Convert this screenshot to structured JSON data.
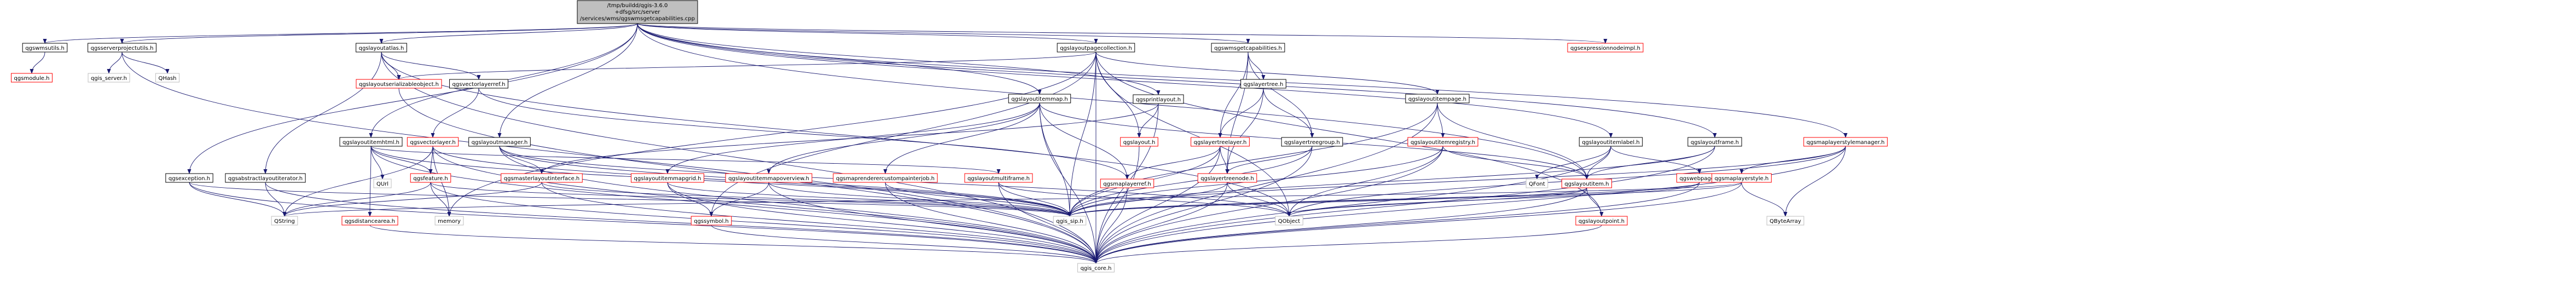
{
  "graph": {
    "root": {
      "lines": [
        "/tmp/buildd/qgis-3.6.0",
        "+dfsg/src/server",
        "/services/wms/qgswmsgetcapabilities.cpp"
      ]
    },
    "nodes": {
      "qgswmsutils_h": {
        "label": "qgswmsutils.h",
        "color": "black"
      },
      "qgsmodule_h": {
        "label": "qgsmodule.h",
        "color": "red"
      },
      "qgsserverprojectutils_h": {
        "label": "qgsserverprojectutils.h",
        "color": "black"
      },
      "qgis_server_h": {
        "label": "qgis_server.h",
        "color": "gray"
      },
      "QHash": {
        "label": "QHash",
        "color": "gray"
      },
      "qgslayoutatlas_h": {
        "label": "qgslayoutatlas.h",
        "color": "black"
      },
      "qgslayoutserializableobject_h": {
        "label": "qgslayoutserializableobject.h",
        "color": "red"
      },
      "qgsvectorlayerref_h": {
        "label": "qgsvectorlayerref.h",
        "color": "black"
      },
      "qgsabstractlayoutiterator_h": {
        "label": "qgsabstractlayoutiterator.h",
        "color": "black"
      },
      "qgslayoutitemhtml_h": {
        "label": "qgslayoutitemhtml.h",
        "color": "black"
      },
      "QUrl": {
        "label": "QUrl",
        "color": "gray"
      },
      "qgsvectorlayer_h": {
        "label": "qgsvectorlayer.h",
        "color": "red"
      },
      "qgsfeature_h": {
        "label": "qgsfeature.h",
        "color": "red"
      },
      "qgsdistancearea_h": {
        "label": "qgsdistancearea.h",
        "color": "red"
      },
      "memory": {
        "label": "memory",
        "color": "gray"
      },
      "qgsexception_h": {
        "label": "qgsexception.h",
        "color": "black"
      },
      "QString": {
        "label": "QString",
        "color": "gray"
      },
      "qgslayoutmanager_h": {
        "label": "qgslayoutmanager.h",
        "color": "black"
      },
      "qgsmasterlayoutinterface_h": {
        "label": "qgsmasterlayoutinterface.h",
        "color": "red"
      },
      "qgslayoutitemmap_h": {
        "label": "qgslayoutitemmap.h",
        "color": "black"
      },
      "qgslayoutitemmapgrid_h": {
        "label": "qgslayoutitemmapgrid.h",
        "color": "red"
      },
      "qgslayoutitemmapoverview_h": {
        "label": "qgslayoutitemmapoverview.h",
        "color": "red"
      },
      "qgsmaprenderercustompainterjob_h": {
        "label": "qgsmaprenderercustompainterjob.h",
        "color": "red"
      },
      "qgslayoutmultiframe_h": {
        "label": "qgslayoutmultiframe.h",
        "color": "red"
      },
      "qgssymbol_h": {
        "label": "qgssymbol.h",
        "color": "red"
      },
      "qgis_sip_h": {
        "label": "qgis_sip.h",
        "color": "gray"
      },
      "qgsmaplayerref_h": {
        "label": "qgsmaplayerref.h",
        "color": "red"
      },
      "qgslayoutpagecollection_h": {
        "label": "qgslayoutpagecollection.h",
        "color": "black"
      },
      "qgsprintlayout_h": {
        "label": "qgsprintlayout.h",
        "color": "black"
      },
      "qgslayout_h": {
        "label": "qgslayout.h",
        "color": "red"
      },
      "qgswmsgetcapabilities_h": {
        "label": "qgswmsgetcapabilities.h",
        "color": "black"
      },
      "qgslayertree_h": {
        "label": "qgslayertree.h",
        "color": "black"
      },
      "qgslayertreelayer_h": {
        "label": "qgslayertreelayer.h",
        "color": "red"
      },
      "qgslayertreegroup_h": {
        "label": "qgslayertreegroup.h",
        "color": "black"
      },
      "qgslayertreenode_h": {
        "label": "qgslayertreenode.h",
        "color": "red"
      },
      "QObject": {
        "label": "QObject",
        "color": "gray"
      },
      "qgslayoutitempage_h": {
        "label": "qgslayoutitempage.h",
        "color": "black"
      },
      "qgslayoutitemregistry_h": {
        "label": "qgslayoutitemregistry.h",
        "color": "red"
      },
      "qgslayoutitem_h": {
        "label": "qgslayoutitem.h",
        "color": "red"
      },
      "qgslayoutpoint_h": {
        "label": "qgslayoutpoint.h",
        "color": "red"
      },
      "qgslayoutitemlabel_h": {
        "label": "qgslayoutitemlabel.h",
        "color": "black"
      },
      "QFont": {
        "label": "QFont",
        "color": "gray"
      },
      "qgswebpage_h": {
        "label": "qgswebpage.h",
        "color": "red"
      },
      "qgslayoutframe_h": {
        "label": "qgslayoutframe.h",
        "color": "black"
      },
      "qgsmaplayerstylemanager_h": {
        "label": "qgsmaplayerstylemanager.h",
        "color": "red"
      },
      "qgsmaplayerstyle_h": {
        "label": "qgsmaplayerstyle.h",
        "color": "red"
      },
      "QByteArray": {
        "label": "QByteArray",
        "color": "gray"
      },
      "qgsexpressionnodeimpl_h": {
        "label": "qgsexpressionnodeimpl.h",
        "color": "red"
      },
      "qgis_core_h": {
        "label": "qgis_core.h",
        "color": "gray"
      }
    },
    "edges": [
      [
        "root",
        "qgswmsutils_h"
      ],
      [
        "root",
        "qgsserverprojectutils_h"
      ],
      [
        "root",
        "qgslayoutatlas_h"
      ],
      [
        "root",
        "qgslayoutitemhtml_h"
      ],
      [
        "root",
        "qgsexception_h"
      ],
      [
        "root",
        "qgslayoutmanager_h"
      ],
      [
        "root",
        "qgslayoutitemmap_h"
      ],
      [
        "root",
        "qgslayoutpagecollection_h"
      ],
      [
        "root",
        "qgsprintlayout_h"
      ],
      [
        "root",
        "qgswmsgetcapabilities_h"
      ],
      [
        "root",
        "qgslayoutitemlabel_h"
      ],
      [
        "root",
        "qgslayoutframe_h"
      ],
      [
        "root",
        "qgsmaplayerstylemanager_h"
      ],
      [
        "root",
        "qgsexpressionnodeimpl_h"
      ],
      [
        "root",
        "qgslayoutitem_h"
      ],
      [
        "qgswmsutils_h",
        "qgsmodule_h"
      ],
      [
        "qgsserverprojectutils_h",
        "qgis_server_h"
      ],
      [
        "qgsserverprojectutils_h",
        "QHash"
      ],
      [
        "qgsserverprojectutils_h",
        "qgis_core_h"
      ],
      [
        "qgslayoutatlas_h",
        "qgslayoutserializableobject_h"
      ],
      [
        "qgslayoutatlas_h",
        "qgsvectorlayerref_h"
      ],
      [
        "qgslayoutatlas_h",
        "qgsabstractlayoutiterator_h"
      ],
      [
        "qgslayoutatlas_h",
        "qgis_core_h"
      ],
      [
        "qgslayoutatlas_h",
        "QObject"
      ],
      [
        "qgslayoutserializableobject_h",
        "qgis_core_h"
      ],
      [
        "qgsvectorlayerref_h",
        "qgsvectorlayer_h"
      ],
      [
        "qgsvectorlayerref_h",
        "qgsmaplayerref_h"
      ],
      [
        "qgsabstractlayoutiterator_h",
        "QString"
      ],
      [
        "qgsabstractlayoutiterator_h",
        "qgis_core_h"
      ],
      [
        "qgslayoutitemhtml_h",
        "QUrl"
      ],
      [
        "qgslayoutitemhtml_h",
        "qgsfeature_h"
      ],
      [
        "qgslayoutitemhtml_h",
        "qgsdistancearea_h"
      ],
      [
        "qgslayoutitemhtml_h",
        "qgis_core_h"
      ],
      [
        "qgslayoutitemhtml_h",
        "qgslayoutmultiframe_h"
      ],
      [
        "qgslayoutitemhtml_h",
        "qgis_sip_h"
      ],
      [
        "qgsvectorlayer_h",
        "qgsfeature_h"
      ],
      [
        "qgsvectorlayer_h",
        "memory"
      ],
      [
        "qgsvectorlayer_h",
        "QString"
      ],
      [
        "qgsvectorlayer_h",
        "qgis_core_h"
      ],
      [
        "qgsvectorlayer_h",
        "qgis_sip_h"
      ],
      [
        "qgsfeature_h",
        "QString"
      ],
      [
        "qgsfeature_h",
        "memory"
      ],
      [
        "qgsfeature_h",
        "qgis_core_h"
      ],
      [
        "qgsfeature_h",
        "qgis_sip_h"
      ],
      [
        "qgsdistancearea_h",
        "qgis_core_h"
      ],
      [
        "qgsexception_h",
        "QString"
      ],
      [
        "qgsexception_h",
        "qgis_core_h"
      ],
      [
        "qgsexception_h",
        "qgis_sip_h"
      ],
      [
        "qgslayoutmanager_h",
        "qgsmasterlayoutinterface_h"
      ],
      [
        "qgslayoutmanager_h",
        "qgis_core_h"
      ],
      [
        "qgslayoutmanager_h",
        "QObject"
      ],
      [
        "qgslayoutmanager_h",
        "qgis_sip_h"
      ],
      [
        "qgsmasterlayoutinterface_h",
        "QString"
      ],
      [
        "qgsmasterlayoutinterface_h",
        "qgis_core_h"
      ],
      [
        "qgsmasterlayoutinterface_h",
        "qgis_sip_h"
      ],
      [
        "qgslayoutitemmap_h",
        "qgslayoutitemmapgrid_h"
      ],
      [
        "qgslayoutitemmap_h",
        "qgslayoutitemmapoverview_h"
      ],
      [
        "qgslayoutitemmap_h",
        "qgsmaprenderercustompainterjob_h"
      ],
      [
        "qgslayoutitemmap_h",
        "qgsmaplayerref_h"
      ],
      [
        "qgslayoutitemmap_h",
        "qgis_core_h"
      ],
      [
        "qgslayoutitemmap_h",
        "qgis_sip_h"
      ],
      [
        "qgslayoutitemmap_h",
        "qgslayoutitem_h"
      ],
      [
        "qgslayoutitemmapgrid_h",
        "qgssymbol_h"
      ],
      [
        "qgslayoutitemmapgrid_h",
        "qgis_core_h"
      ],
      [
        "qgslayoutitemmapgrid_h",
        "qgis_sip_h"
      ],
      [
        "qgslayoutitemmapoverview_h",
        "qgssymbol_h"
      ],
      [
        "qgslayoutitemmapoverview_h",
        "qgis_core_h"
      ],
      [
        "qgslayoutitemmapoverview_h",
        "qgis_sip_h"
      ],
      [
        "qgsmaprenderercustompainterjob_h",
        "qgis_core_h"
      ],
      [
        "qgsmaprenderercustompainterjob_h",
        "qgis_sip_h"
      ],
      [
        "qgslayoutmultiframe_h",
        "qgis_core_h"
      ],
      [
        "qgslayoutmultiframe_h",
        "qgis_sip_h"
      ],
      [
        "qgslayoutmultiframe_h",
        "QObject"
      ],
      [
        "qgssymbol_h",
        "qgis_core_h"
      ],
      [
        "qgsmaplayerref_h",
        "qgis_core_h"
      ],
      [
        "qgslayoutpagecollection_h",
        "qgslayoutserializableobject_h"
      ],
      [
        "qgslayoutpagecollection_h",
        "memory"
      ],
      [
        "qgslayoutpagecollection_h",
        "qgslayout_h"
      ],
      [
        "qgslayoutpagecollection_h",
        "qgslayoutitempage_h"
      ],
      [
        "qgslayoutpagecollection_h",
        "qgslayoutpoint_h"
      ],
      [
        "qgslayoutpagecollection_h",
        "qgis_sip_h"
      ],
      [
        "qgslayoutpagecollection_h",
        "qgis_core_h"
      ],
      [
        "qgslayoutpagecollection_h",
        "qgssymbol_h"
      ],
      [
        "qgslayoutpagecollection_h",
        "QObject"
      ],
      [
        "qgsprintlayout_h",
        "qgslayout_h"
      ],
      [
        "qgsprintlayout_h",
        "qgsmasterlayoutinterface_h"
      ],
      [
        "qgsprintlayout_h",
        "qgis_core_h"
      ],
      [
        "qgslayout_h",
        "qgis_core_h"
      ],
      [
        "qgswmsgetcapabilities_h",
        "qgslayertree_h"
      ],
      [
        "qgswmsgetcapabilities_h",
        "qgslayertreelayer_h"
      ],
      [
        "qgswmsgetcapabilities_h",
        "qgslayertreegroup_h"
      ],
      [
        "qgswmsgetcapabilities_h",
        "qgslayertreenode_h"
      ],
      [
        "qgslayertree_h",
        "qgslayertreenode_h"
      ],
      [
        "qgslayertree_h",
        "qgslayertreegroup_h"
      ],
      [
        "qgslayertree_h",
        "qgslayertreelayer_h"
      ],
      [
        "qgslayertreelayer_h",
        "qgis_core_h"
      ],
      [
        "qgslayertreelayer_h",
        "qgslayertreenode_h"
      ],
      [
        "qgslayertreelayer_h",
        "qgsmaplayerref_h"
      ],
      [
        "qgslayertreelayer_h",
        "qgis_sip_h"
      ],
      [
        "qgslayertreegroup_h",
        "qgis_core_h"
      ],
      [
        "qgslayertreegroup_h",
        "qgslayertreenode_h"
      ],
      [
        "qgslayertreegroup_h",
        "qgis_sip_h"
      ],
      [
        "qgslayertreenode_h",
        "qgis_core_h"
      ],
      [
        "qgslayertreenode_h",
        "QObject"
      ],
      [
        "qgslayertreenode_h",
        "qgis_sip_h"
      ],
      [
        "qgslayoutitempage_h",
        "qgslayoutitem_h"
      ],
      [
        "qgslayoutitempage_h",
        "qgslayoutitemregistry_h"
      ],
      [
        "qgslayoutitempage_h",
        "qgis_core_h"
      ],
      [
        "qgslayoutitempage_h",
        "qgis_sip_h"
      ],
      [
        "qgslayoutitemregistry_h",
        "qgis_core_h"
      ],
      [
        "qgslayoutitemregistry_h",
        "qgis_sip_h"
      ],
      [
        "qgslayoutitemregistry_h",
        "QObject"
      ],
      [
        "qgslayoutitemregistry_h",
        "qgslayoutitem_h"
      ],
      [
        "qgslayoutitem_h",
        "qgis_core_h"
      ],
      [
        "qgslayoutitem_h",
        "qgslayoutpoint_h"
      ],
      [
        "qgslayoutitem_h",
        "qgis_sip_h"
      ],
      [
        "qgslayoutitem_h",
        "QObject"
      ],
      [
        "qgslayoutpoint_h",
        "qgis_core_h"
      ],
      [
        "qgslayoutitemlabel_h",
        "qgslayoutitem_h"
      ],
      [
        "qgslayoutitemlabel_h",
        "QFont"
      ],
      [
        "qgslayoutitemlabel_h",
        "qgswebpage_h"
      ],
      [
        "qgslayoutitemlabel_h",
        "qgis_core_h"
      ],
      [
        "qgswebpage_h",
        "QObject"
      ],
      [
        "qgswebpage_h",
        "qgis_sip_h"
      ],
      [
        "qgswebpage_h",
        "qgis_core_h"
      ],
      [
        "qgslayoutframe_h",
        "qgslayoutitem_h"
      ],
      [
        "qgslayoutframe_h",
        "qgis_core_h"
      ],
      [
        "qgslayoutframe_h",
        "qgis_sip_h"
      ],
      [
        "qgsmaplayerstylemanager_h",
        "qgsmaplayerstyle_h"
      ],
      [
        "qgsmaplayerstylemanager_h",
        "QByteArray"
      ],
      [
        "qgsmaplayerstylemanager_h",
        "qgis_core_h"
      ],
      [
        "qgsmaplayerstylemanager_h",
        "qgis_sip_h"
      ],
      [
        "qgsmaplayerstylemanager_h",
        "QObject"
      ],
      [
        "qgsmaplayerstyle_h",
        "qgis_core_h"
      ],
      [
        "qgsmaplayerstyle_h",
        "qgis_sip_h"
      ],
      [
        "qgsmaplayerstyle_h",
        "QByteArray"
      ],
      [
        "qgsmaplayerstyle_h",
        "QString"
      ]
    ]
  },
  "colors": {
    "root_fill": "#bfbfbf",
    "node_fill": "#ffffff",
    "black_border": "#000000",
    "red_border": "#ff0000",
    "gray_border": "#bfbfbf",
    "edge": "#191970",
    "text": "#000000"
  }
}
